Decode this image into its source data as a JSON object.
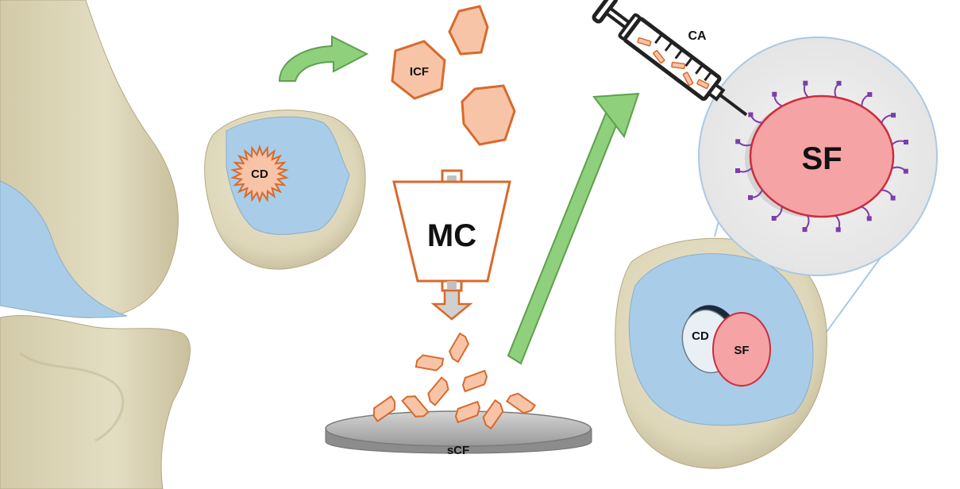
{
  "labels": {
    "cd_defect": "CD",
    "icf": "ICF",
    "mc": "MC",
    "scf": "sCF",
    "ca": "CA",
    "sf_zoom": "SF",
    "cd_small": "CD",
    "sf_small": "SF"
  },
  "colors": {
    "bone": "#e2dcc1",
    "bone_shadow": "#b7ae8a",
    "cartilage": "#a9cde8",
    "fragment_fill": "#f8c4a8",
    "fragment_stroke": "#d86a2c",
    "arrow_green": "#8fd07d",
    "arrow_green_stroke": "#5ea04c",
    "sf_fill": "#f6a3a6",
    "sf_stroke": "#cc2d3b",
    "ca_ligand": "#7b3fa8",
    "zoom_circle": "#ececec",
    "zoom_stroke": "#a9c9e4"
  },
  "icons": [
    "arrow-curved-icon",
    "arrow-up-right-icon",
    "arrow-down-icon",
    "syringe-icon",
    "petri-dish-icon"
  ]
}
